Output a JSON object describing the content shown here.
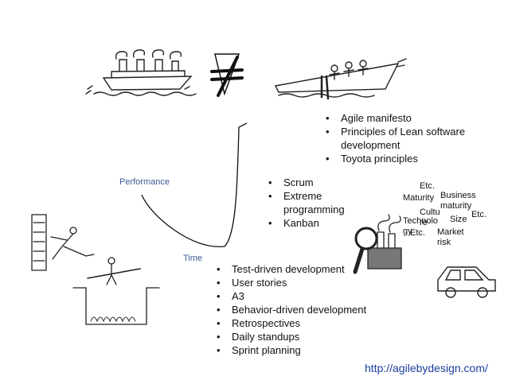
{
  "diagram": {
    "labels": {
      "performance": "Performance",
      "time": "Time"
    },
    "list_top": [
      "Agile manifesto",
      "Principles of Lean software development",
      "Toyota principles"
    ],
    "list_mid": [
      "Scrum",
      "Extreme programming",
      "Kanban"
    ],
    "list_bottom": [
      "Test-driven development",
      "User stories",
      "A3",
      "Behavior-driven development",
      "Retrospectives",
      "Daily standups",
      "Sprint planning"
    ],
    "factors": {
      "etc1": "Etc.",
      "maturity": "Maturity",
      "business_maturity": "Business maturity",
      "culture": "Cultu re",
      "etc2": "Etc.",
      "technology": "Technolo gy",
      "etc3": "Etc.",
      "size": "Size",
      "market_risk": "Market risk"
    },
    "url": "http://agilebydesign.com/"
  }
}
